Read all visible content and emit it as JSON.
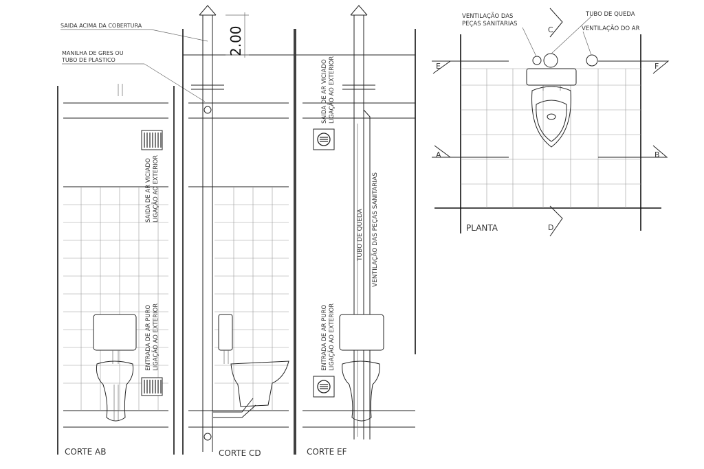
{
  "labels": {
    "saida_cobertura": "SAIDA ACIMA DA COBERTURA",
    "manilha_1": "MANILHA DE GRES OU",
    "manilha_2": "TUBO DE PLASTICO",
    "dim": "2.00",
    "ab_saida_1": "SAIDA DE AR VICIADO",
    "ab_saida_2": "LIGAÇÃO AO EXTERIOR",
    "ab_entrada_1": "ENTRADA DE AR PURO",
    "ab_entrada_2": "LIGAÇÃO AO EXTERIOR",
    "ef_saida_1": "SAIDA DE AR VICIADO",
    "ef_saida_2": "LIGAÇÃO AO EXTERIOR",
    "ef_entrada_1": "ENTRADA DE AR PURO",
    "ef_entrada_2": "LIGAÇÃO AO EXTERIOR",
    "tubo_queda_vert": "TUBO DE QUEDA",
    "ventilacao_vert": "VENTILAÇÃO DAS PEÇAS SANITARIAS",
    "plan_vent_1": "VENTILAÇÃO DAS",
    "plan_vent_2": "PEÇAS SANITARIAS",
    "plan_tubo": "TUBO DE QUEDA",
    "plan_vent_ar": "VENTILAÇÃO DO AR"
  },
  "titles": {
    "corte_ab": "CORTE AB",
    "corte_cd": "CORTE CD",
    "corte_ef": "CORTE EF",
    "planta": "PLANTA"
  },
  "markers": {
    "a": "A",
    "b": "B",
    "c": "C",
    "d": "D",
    "e": "E",
    "f": "F"
  }
}
